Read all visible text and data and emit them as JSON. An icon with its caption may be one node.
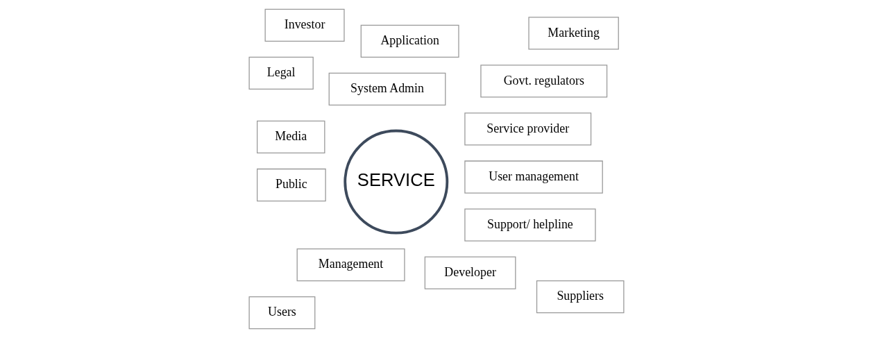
{
  "diagram": {
    "nodes": [
      {
        "text": [
          "Management"
        ]
      },
      {
        "text": [
          "Support/ helpline"
        ]
      },
      {
        "text": [
          "Users"
        ]
      },
      {
        "text": [
          "User management"
        ]
      },
      {
        "text": [
          "System Admin"
        ]
      },
      {
        "text": [
          "Investor"
        ]
      },
      {
        "text": [
          "Developer"
        ]
      },
      {
        "text": [
          "SERVICE"
        ]
      },
      {
        "text": [
          "Media"
        ]
      },
      {
        "text": [
          "Service provider"
        ]
      },
      {
        "text": [
          "Application"
        ]
      },
      {
        "text": [
          "Legal"
        ]
      },
      {
        "text": [
          "Marketing"
        ]
      },
      {
        "text": [
          "Suppliers"
        ]
      },
      {
        "text": [
          "Govt. regulators"
        ]
      },
      {
        "text": [
          "Public"
        ]
      }
    ],
    "edges": []
  }
}
